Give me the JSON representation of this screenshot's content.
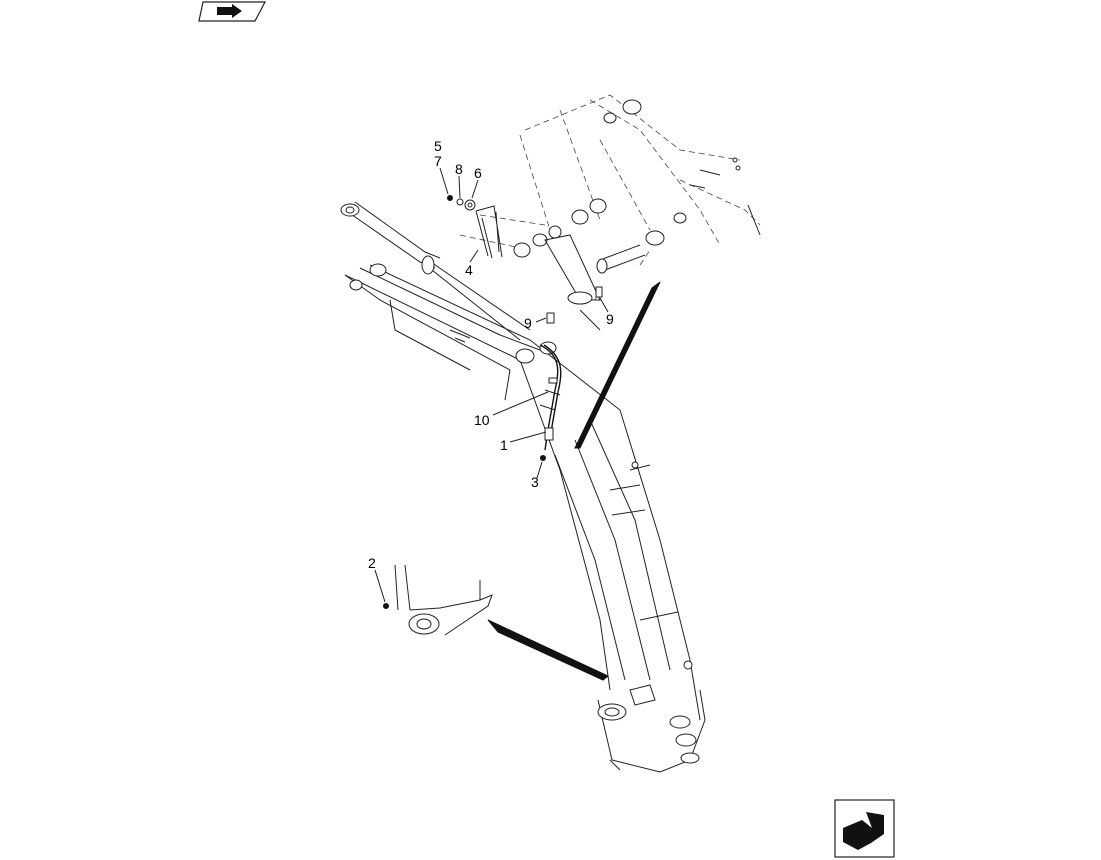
{
  "callouts": {
    "c1": "1",
    "c2": "2",
    "c3": "3",
    "c4": "4",
    "c5": "5",
    "c6": "6",
    "c7": "7",
    "c8": "8",
    "c9a": "9",
    "c9b": "9",
    "c10": "10"
  },
  "icons": {
    "top_nav": "previous-page-arrow-icon",
    "bottom_nav": "next-page-arrow-icon"
  }
}
